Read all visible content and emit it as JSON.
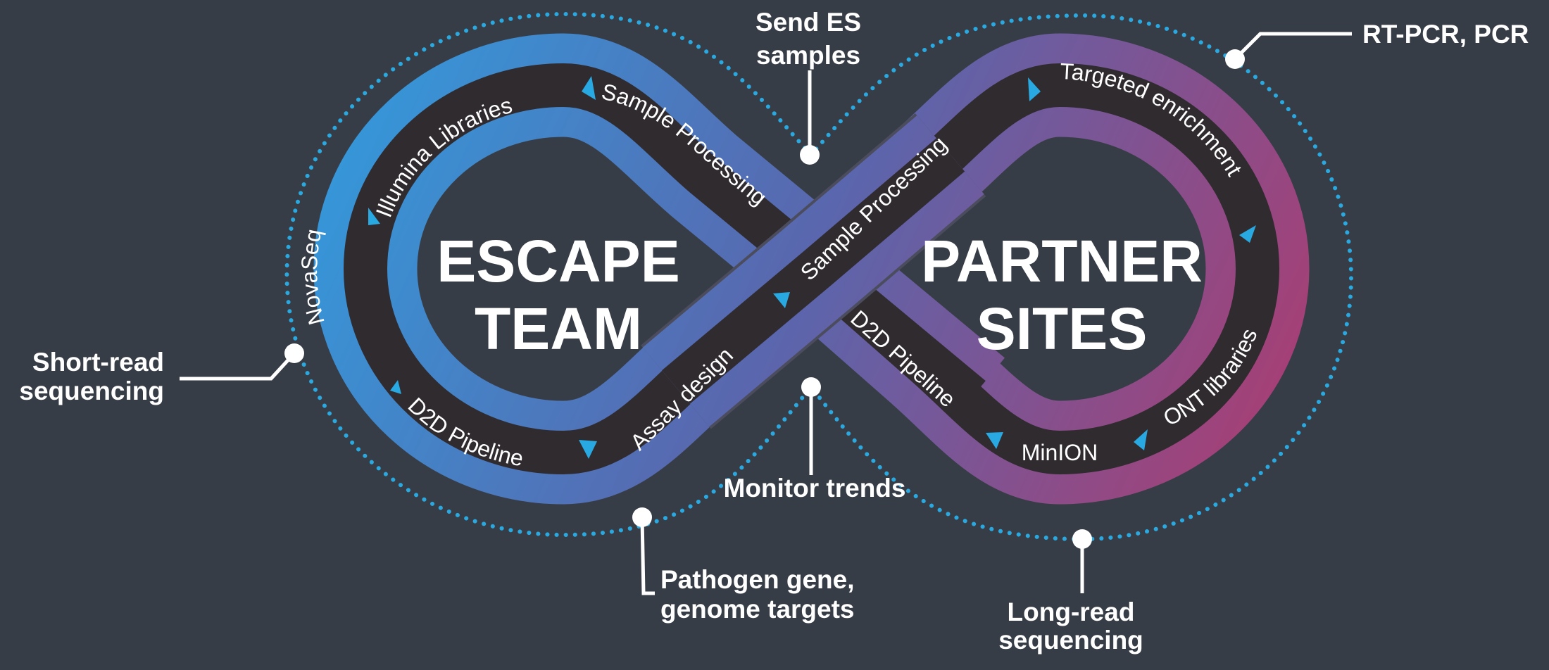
{
  "colors": {
    "background": "#373d46",
    "channel": "#302b2f",
    "gradient_start": "#2f9fe0",
    "gradient_mid": "#5a66ad",
    "gradient_end": "#b03a6e",
    "accent_arrow": "#29a9e1",
    "dotted_ring": "#2aa8e0",
    "callout": "#ffffff"
  },
  "left_loop": {
    "title_line1": "ESCAPE",
    "title_line2": "TEAM"
  },
  "right_loop": {
    "title_line1": "PARTNER",
    "title_line2": "SITES"
  },
  "ribbon_labels": {
    "illumina": "Illumina Libraries",
    "sample_processing_left": "Sample Processing",
    "novaseq": "NovaSeq",
    "d2d_left": "D2D Pipeline",
    "assay_design": "Assay design",
    "sample_processing_center": "Sample Processing",
    "targeted_enrichment": "Targeted enrichment",
    "ont_libraries": "ONT  libraries",
    "minion": "MinION",
    "d2d_right": "D2D Pipeline"
  },
  "callouts": {
    "send_es": [
      "Send ES",
      "samples"
    ],
    "rt_pcr": "RT-PCR, PCR",
    "short_read": [
      "Short-read",
      "sequencing"
    ],
    "monitor": "Monitor trends",
    "pathogen": [
      "Pathogen gene,",
      "genome targets"
    ],
    "long_read": [
      "Long-read",
      "sequencing"
    ]
  }
}
